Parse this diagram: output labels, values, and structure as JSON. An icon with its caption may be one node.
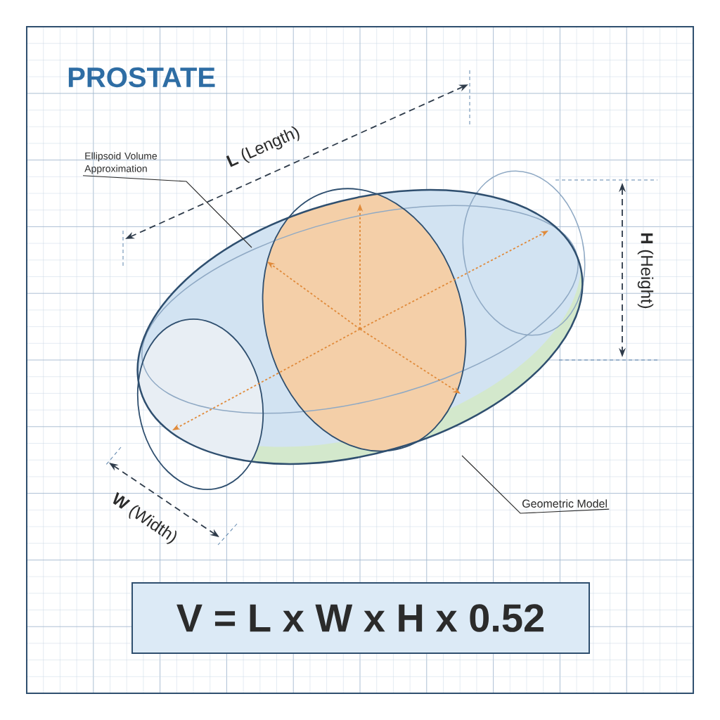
{
  "diagram": {
    "title": "PROSTATE",
    "nodes": [
      {
        "text": [
          "Ellipsoid Volume Approximation"
        ]
      },
      {
        "text": [],
        "shape": "picture"
      },
      {
        "text": [
          "Geometric Model"
        ]
      },
      {
        "text": [
          "V = L x W x H x 0.52"
        ]
      }
    ],
    "edges": [
      {
        "from": 0,
        "to": 1,
        "arrow": "none"
      },
      {
        "from": 2,
        "to": 1,
        "arrow": "none"
      }
    ],
    "labels": [
      "**L** (Length)",
      "**H** (Height)",
      "**W** (Width)"
    ]
  }
}
